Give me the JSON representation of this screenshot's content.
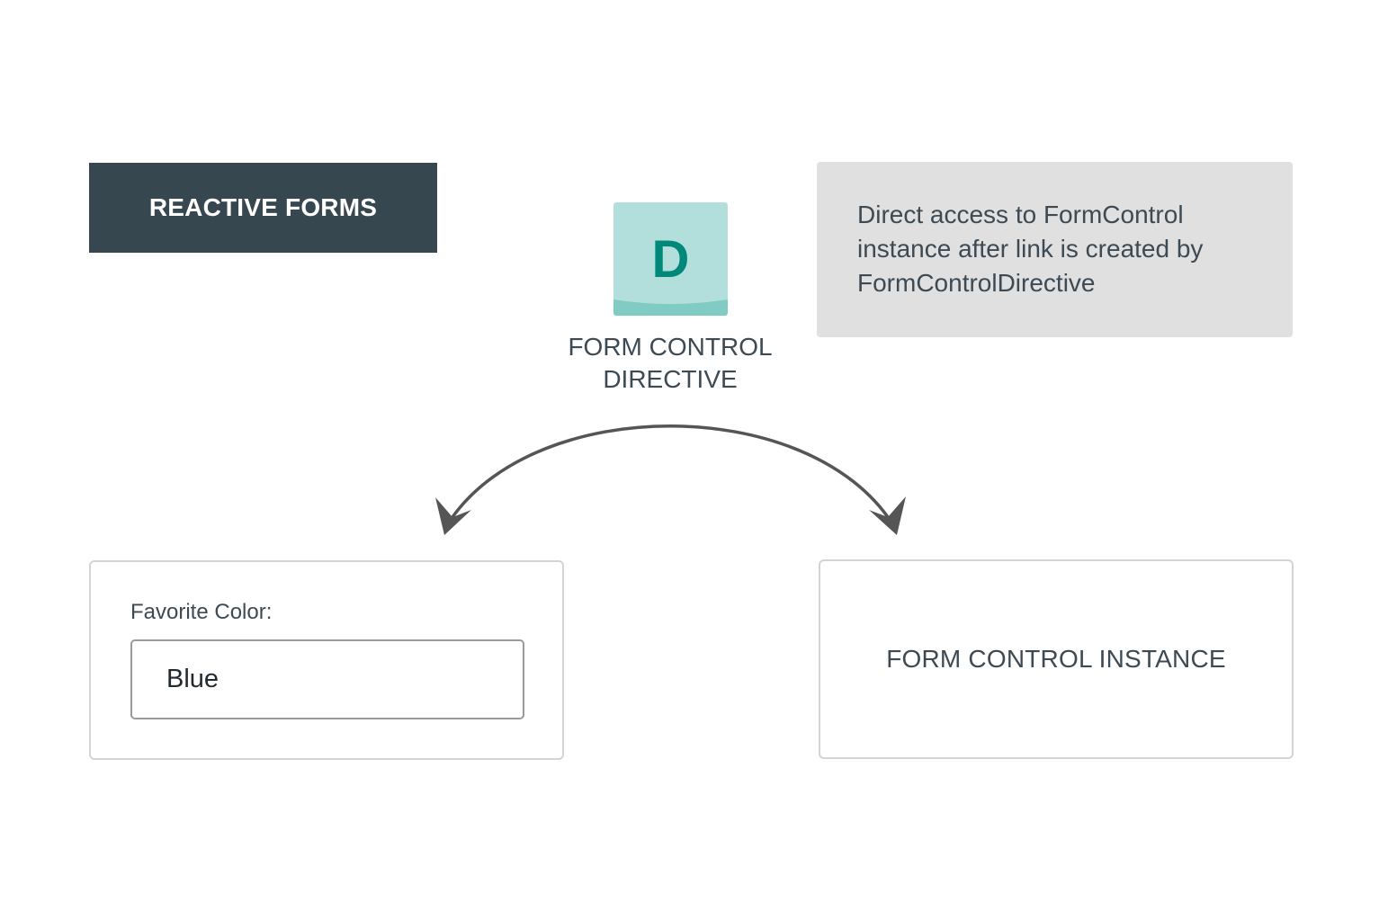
{
  "header": {
    "title": "REACTIVE FORMS"
  },
  "directive": {
    "icon_letter": "D",
    "icon_name": "directive-icon",
    "label_line1": "FORM CONTROL",
    "label_line2": "DIRECTIVE"
  },
  "note": {
    "line1": "Direct access to FormControl",
    "line2": "instance after link is created by",
    "line3": "FormControlDirective"
  },
  "form": {
    "field_label": "Favorite Color:",
    "field_value": "Blue"
  },
  "instance": {
    "label": "FORM CONTROL INSTANCE"
  },
  "colors": {
    "title_bg": "#37474f",
    "icon_bg": "#b2dfdb",
    "icon_bottom": "#80cbc4",
    "icon_letter": "#00897b",
    "note_bg": "#e0e0e0",
    "arrow": "#555555"
  }
}
